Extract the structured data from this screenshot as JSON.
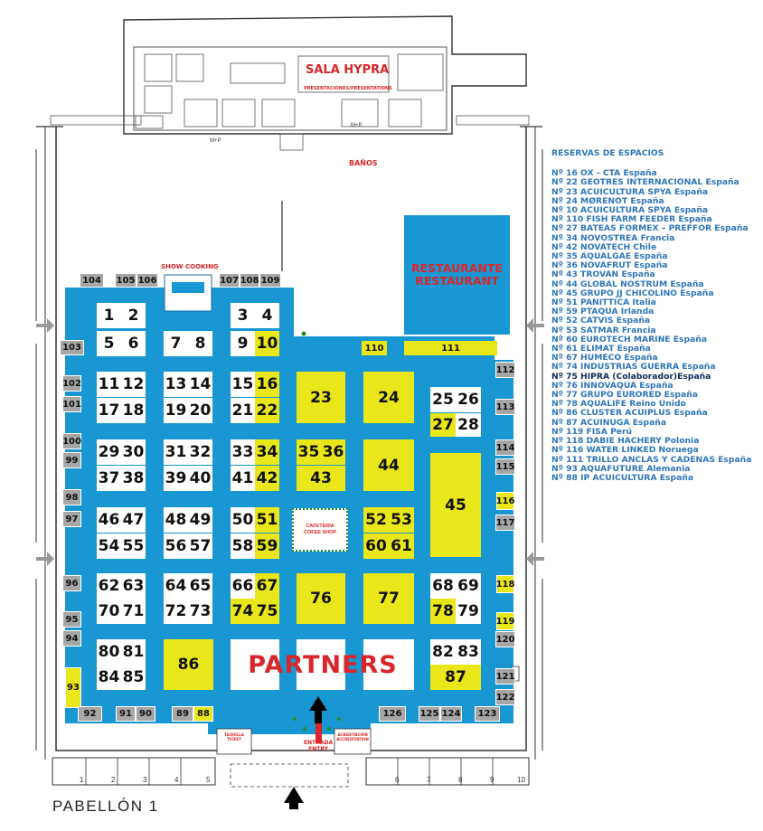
{
  "map": {
    "hall_title": "SALA HYPRA",
    "hall_subtitle": "PRESENTACIONES/PRESENTATIONS",
    "restrooms": "BAÑOS",
    "show_cooking": "SHOW COOKING",
    "restaurant_line1": "RESTAURANTE",
    "restaurant_line2": "RESTAURANT",
    "cafe_line1": "CAFETERÍA",
    "cafe_line2": "COFEE SHOP",
    "partners": "PARTNERS",
    "entrance_line1": "ENTRADA",
    "entrance_line2": "ENTRY",
    "taquilla": "TAQUILLA TICKET",
    "acreditacion": "ACREDITACIÓN ACCREDITATION",
    "pavilion": "PABELLÓN 1",
    "mp1": "M+P",
    "mp2": "M+P",
    "doors": [
      "1",
      "2",
      "3",
      "4",
      "5",
      "6",
      "7",
      "8",
      "9",
      "10"
    ],
    "colors": {
      "floor": "#1897d3",
      "reserved": "#e9e619",
      "available": "#ffffff",
      "perimeter": "#a6a6a6",
      "accent": "#d9262b"
    }
  },
  "stands": {
    "s1": "1",
    "s2": "2",
    "s3": "3",
    "s4": "4",
    "s5": "5",
    "s6": "6",
    "s7": "7",
    "s8": "8",
    "s9": "9",
    "s10": "10",
    "s11": "11",
    "s12": "12",
    "s13": "13",
    "s14": "14",
    "s15": "15",
    "s16": "16",
    "s17": "17",
    "s18": "18",
    "s19": "19",
    "s20": "20",
    "s21": "21",
    "s22": "22",
    "s23": "23",
    "s24": "24",
    "s25": "25",
    "s26": "26",
    "s27": "27",
    "s28": "28",
    "s29": "29",
    "s30": "30",
    "s31": "31",
    "s32": "32",
    "s33": "33",
    "s34": "34",
    "s35": "35",
    "s36": "36",
    "s37": "37",
    "s38": "38",
    "s39": "39",
    "s40": "40",
    "s41": "41",
    "s42": "42",
    "s43": "43",
    "s44": "44",
    "s45": "45",
    "s46": "46",
    "s47": "47",
    "s48": "48",
    "s49": "49",
    "s50": "50",
    "s51": "51",
    "s52": "52",
    "s53": "53",
    "s54": "54",
    "s55": "55",
    "s56": "56",
    "s57": "57",
    "s58": "58",
    "s59": "59",
    "s60": "60",
    "s61": "61",
    "s62": "62",
    "s63": "63",
    "s64": "64",
    "s65": "65",
    "s66": "66",
    "s67": "67",
    "s68": "68",
    "s69": "69",
    "s70": "70",
    "s71": "71",
    "s72": "72",
    "s73": "73",
    "s74": "74",
    "s75": "75",
    "s76": "76",
    "s77": "77",
    "s78": "78",
    "s79": "79",
    "s80": "80",
    "s81": "81",
    "s82": "82",
    "s83": "83",
    "s84": "84",
    "s85": "85",
    "s86": "86",
    "s87": "87",
    "s88": "88",
    "s89": "89",
    "s90": "90",
    "s91": "91",
    "s92": "92",
    "s93": "93",
    "s94": "94",
    "s95": "95",
    "s96": "96",
    "s97": "97",
    "s98": "98",
    "s99": "99",
    "s100": "100",
    "s101": "101",
    "s102": "102",
    "s103": "103",
    "s104": "104",
    "s105": "105",
    "s106": "106",
    "s107": "107",
    "s108": "108",
    "s109": "109",
    "s110": "110",
    "s111": "111",
    "s112": "112",
    "s113": "113",
    "s114": "114",
    "s115": "115",
    "s116": "116",
    "s117": "117",
    "s118": "118",
    "s119": "119",
    "s120": "120",
    "s121": "121",
    "s122": "122",
    "s123": "123",
    "s124": "124",
    "s125": "125",
    "s126": "126"
  },
  "reservations": {
    "title": "RESERVAS DE ESPACIOS",
    "items": [
      "Nº 16 OX - CTA  España",
      "Nº 22 GEOTRES INTERNACIONAL España",
      "Nº 23  ACUICULTURA SPYA España",
      "Nº 24 MØRENOT España",
      "Nº 10  ACUICULTURA SPYA España",
      "Nº 110  FISH FARM FEEDER España",
      "Nº 27  BATEAS FORMEX – PREFFOR España",
      "Nº 34  NOVOSTREA Francia",
      "Nº 42  NOVATECH Chile",
      "Nº 35  AQUALGAE España",
      "Nº 36  NOVAFRUT España",
      "Nº 43  TROVAN España",
      "Nº 44  GLOBAL NOSTRUM España",
      "Nº 45  GRUPO JJ CHICOLINO España",
      "Nº 51  PANITTICA Italia",
      "Nº 59  PTAQUA Irlanda",
      "Nº 52  CATVIS España",
      "Nº 53  SATMAR Francia",
      "Nº 60  EUROTECH MARINE España",
      "Nº 61  ELIMAT España",
      "Nº 67  HUMECO España",
      "Nº 74 INDUSTRIAS GUERRA España",
      "Nº 75  HIPRA (Colaborador)España",
      "Nº 76  INNOVAQUA España",
      "Nº 77  GRUPO EURORED España",
      "Nº 78  AQUALIFE Reino Unido",
      "Nº 86  CLUSTER ACUIPLUS España",
      "Nº 87  ACUINUGA España",
      "Nº 119  FISA Perú",
      "Nº 118  DABIE HACHERY Polonia",
      "Nº 116  WATER LINKED Noruega",
      "Nº 111  TRILLO ANCLAS Y CADENAS España",
      "Nº 93  AQUAFUTURE Alemania",
      "Nº 88  IP ACUICULTURA España"
    ]
  }
}
